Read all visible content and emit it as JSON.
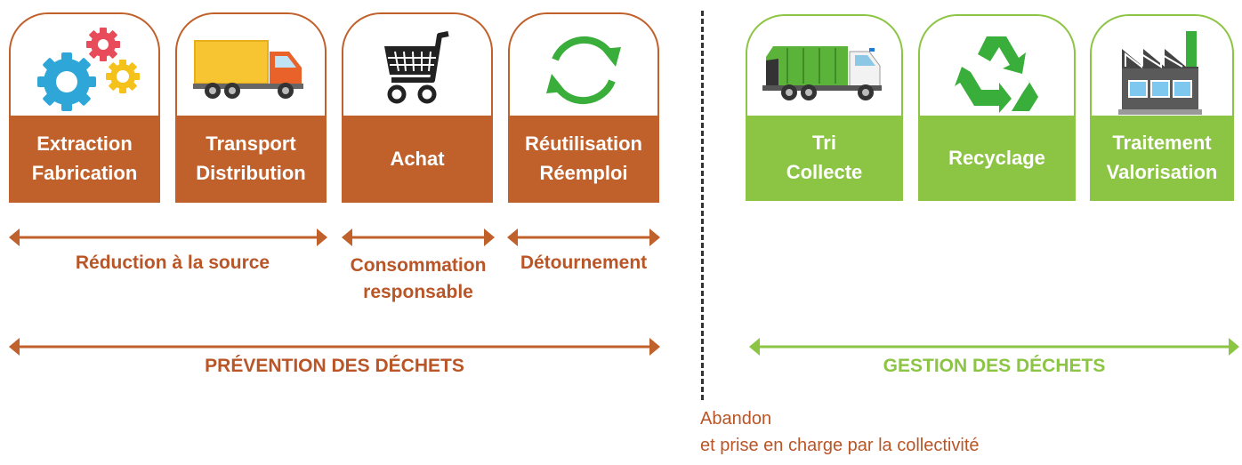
{
  "colors": {
    "prevention": "#c0602a",
    "gestion": "#8cc444",
    "divider": "#333333"
  },
  "prevention_cards": [
    {
      "icon": "gears-icon",
      "line1": "Extraction",
      "line2": "Fabrication"
    },
    {
      "icon": "delivery-truck-icon",
      "line1": "Transport",
      "line2": "Distribution"
    },
    {
      "icon": "shopping-cart-icon",
      "line1": "Achat",
      "line2": ""
    },
    {
      "icon": "reuse-cycle-icon",
      "line1": "Réutilisation",
      "line2": "Réemploi"
    }
  ],
  "gestion_cards": [
    {
      "icon": "garbage-truck-icon",
      "line1": "Tri",
      "line2": "Collecte"
    },
    {
      "icon": "recycle-icon",
      "line1": "Recyclage",
      "line2": ""
    },
    {
      "icon": "factory-icon",
      "line1": "Traitement",
      "line2": "Valorisation"
    }
  ],
  "sub_labels": {
    "reduction": "Réduction à la source",
    "consommation_1": "Consommation",
    "consommation_2": "responsable",
    "detournement": "Détournement"
  },
  "main_labels": {
    "prevention": "PRÉVENTION DES DÉCHETS",
    "gestion": "GESTION DES DÉCHETS"
  },
  "footnote": {
    "line1": "Abandon",
    "line2": "et prise en charge par la collectivité"
  }
}
